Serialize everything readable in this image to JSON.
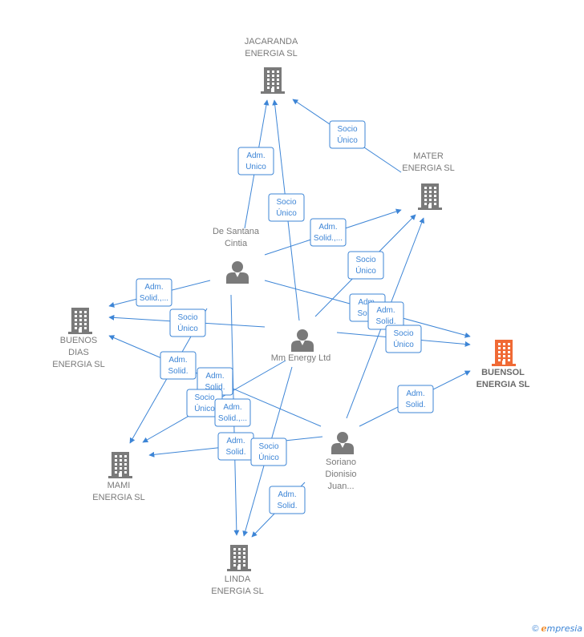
{
  "colors": {
    "edge": "#3d85d6",
    "building": "#7a7a7a",
    "focus_building": "#f06a35",
    "person": "#7a7a7a"
  },
  "nodes": [
    {
      "id": "jacaranda",
      "type": "company",
      "lines": [
        "JACARANDA",
        "ENERGIA  SL"
      ]
    },
    {
      "id": "mater",
      "type": "company",
      "lines": [
        "MATER",
        "ENERGIA  SL"
      ]
    },
    {
      "id": "buenos",
      "type": "company",
      "lines": [
        "BUENOS",
        "DIAS",
        "ENERGIA  SL"
      ]
    },
    {
      "id": "buensol",
      "type": "company",
      "focus": true,
      "lines": [
        "BUENSOL",
        "ENERGIA  SL"
      ]
    },
    {
      "id": "mami",
      "type": "company",
      "lines": [
        "MAMI",
        "ENERGIA  SL"
      ]
    },
    {
      "id": "linda",
      "type": "company",
      "lines": [
        "LINDA",
        "ENERGIA  SL"
      ]
    },
    {
      "id": "desantana",
      "type": "person",
      "lines": [
        "De Santana",
        "Cintia"
      ]
    },
    {
      "id": "mmenergy",
      "type": "person",
      "lines": [
        "Mm Energy Ltd"
      ]
    },
    {
      "id": "soriano",
      "type": "person",
      "lines": [
        "Soriano",
        "Dionisio",
        "Juan..."
      ]
    }
  ],
  "edges": [
    {
      "from": "mater",
      "to": "jacaranda",
      "label": [
        "Socio",
        "Único"
      ]
    },
    {
      "from": "desantana",
      "to": "jacaranda",
      "label": [
        "Adm.",
        "Unico"
      ]
    },
    {
      "from": "mmenergy",
      "to": "jacaranda",
      "label": [
        "Socio",
        "Único"
      ]
    },
    {
      "from": "desantana",
      "to": "mater",
      "label": [
        "Adm.",
        "Solid.,..."
      ]
    },
    {
      "from": "mmenergy",
      "to": "mater",
      "label": [
        "Socio",
        "Único"
      ]
    },
    {
      "from": "soriano",
      "to": "mater",
      "label": [
        "Adm.",
        "Solid."
      ]
    },
    {
      "from": "desantana",
      "to": "buenos",
      "label": [
        "Adm.",
        "Solid.,..."
      ]
    },
    {
      "from": "mmenergy",
      "to": "buenos",
      "label": [
        "Socio",
        "Único"
      ]
    },
    {
      "from": "soriano",
      "to": "buenos",
      "label": [
        "Adm.",
        "Solid."
      ]
    },
    {
      "from": "desantana",
      "to": "buensol",
      "label": [
        "Adm.",
        "Solid."
      ]
    },
    {
      "from": "mmenergy",
      "to": "buensol",
      "label": [
        "Socio",
        "Único"
      ]
    },
    {
      "from": "soriano",
      "to": "buensol",
      "label": [
        "Adm.",
        "Solid."
      ]
    },
    {
      "from": "desantana",
      "to": "mami",
      "label": [
        "Adm.",
        "Solid."
      ]
    },
    {
      "from": "mmenergy",
      "to": "mami",
      "label": [
        "Socio",
        "Único"
      ]
    },
    {
      "from": "soriano",
      "to": "mami",
      "label": [
        "Adm.",
        "Solid."
      ]
    },
    {
      "from": "desantana",
      "to": "linda",
      "label": [
        "Adm.",
        "Solid.,..."
      ]
    },
    {
      "from": "mmenergy",
      "to": "linda",
      "label": [
        "Socio",
        "Único"
      ]
    },
    {
      "from": "soriano",
      "to": "linda",
      "label": [
        "Adm.",
        "Solid."
      ]
    }
  ],
  "footer": {
    "copyright": "©",
    "brand_initial": "e",
    "brand_rest": "mpresia"
  }
}
